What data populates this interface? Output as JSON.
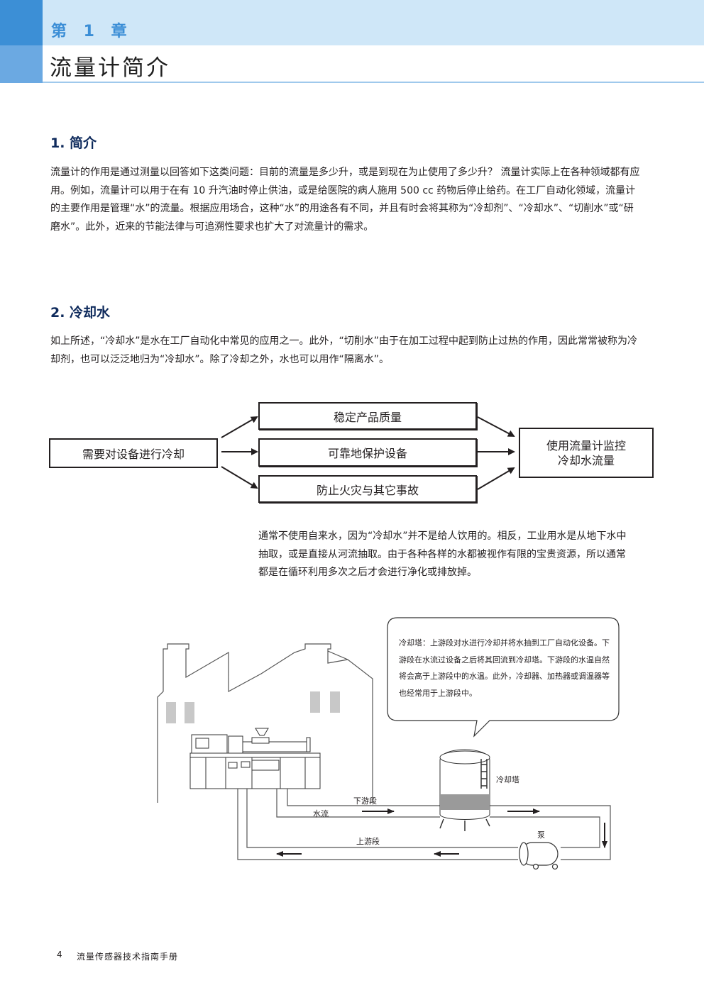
{
  "header": {
    "chapter_label": "第 1 章",
    "chapter_title": "流量计简介"
  },
  "section1": {
    "heading": "1. 简介",
    "paragraph": "流量计的作用是通过测量以回答如下这类问题：目前的流量是多少升，或是到现在为止使用了多少升？ 流量计实际上在各种领域都有应用。例如，流量计可以用于在有 10 升汽油时停止供油，或是给医院的病人施用 500 cc 药物后停止给药。在工厂自动化领域，流量计的主要作用是管理“水”的流量。根据应用场合，这种“水”的用途各有不同，并且有时会将其称为“冷却剂”、“冷却水”、“切削水”或“研磨水”。此外，近来的节能法律与可追溯性要求也扩大了对流量计的需求。"
  },
  "section2": {
    "heading": "2. 冷却水",
    "paragraph": "如上所述，“冷却水”是水在工厂自动化中常见的应用之一。此外，“切削水”由于在加工过程中起到防止过热的作用，因此常常被称为冷却剂，也可以泛泛地归为“冷却水”。除了冷却之外，水也可以用作“隔离水”。"
  },
  "flow_diagram": {
    "source": "需要对设备进行冷却",
    "purposes": [
      "稳定产品质量",
      "可靠地保护设备",
      "防止火灾与其它事故"
    ],
    "result_line1": "使用流量计监控",
    "result_line2": "冷却水流量"
  },
  "section2_note": "通常不使用自来水，因为“冷却水”并不是给人饮用的。相反，工业用水是从地下水中抽取，或是直接从河流抽取。由于各种各样的水都被视作有限的宝贵资源，所以通常都是在循环利用多次之后才会进行净化或排放掉。",
  "illustration": {
    "callout": "冷却塔：上游段对水进行冷却并将水抽到工厂自动化设备。下游段在水流过设备之后将其回流到冷却塔。下游段的水温自然将会高于上游段中的水温。此外，冷却器、加热器或调温器等也经常用于上游段中。",
    "label_tower": "冷却塔",
    "label_downstream": "下游段",
    "label_flow": "水流",
    "label_upstream": "上游段",
    "label_pump": "泵"
  },
  "footer": {
    "page_number": "4",
    "book_title": "流量传感器技术指南手册"
  }
}
